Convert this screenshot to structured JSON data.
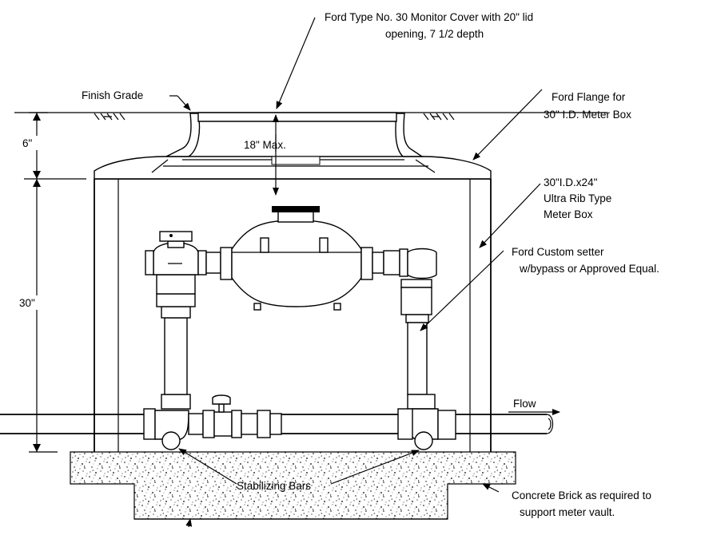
{
  "labels": {
    "monitor_cover_line1": "Ford Type No. 30 Monitor Cover with 20\" lid",
    "monitor_cover_line2": "opening, 7 1/2 depth",
    "finish_grade": "Finish Grade",
    "flange_line1": "Ford Flange for",
    "flange_line2": "30\" I.D. Meter Box",
    "meter_box_line1": "30\"I.D.x24\"",
    "meter_box_line2": "Ultra Rib Type",
    "meter_box_line3": "Meter Box",
    "setter_line1": "Ford Custom setter",
    "setter_line2": "w/bypass or Approved Equal.",
    "flow": "Flow",
    "stabilizing_bars": "Stabilizing Bars",
    "concrete_line1": "Concrete Brick as required to",
    "concrete_line2": "support meter vault."
  },
  "dimensions": {
    "top_depth": "6\"",
    "box_depth": "30\"",
    "max_depth": "18\" Max."
  }
}
